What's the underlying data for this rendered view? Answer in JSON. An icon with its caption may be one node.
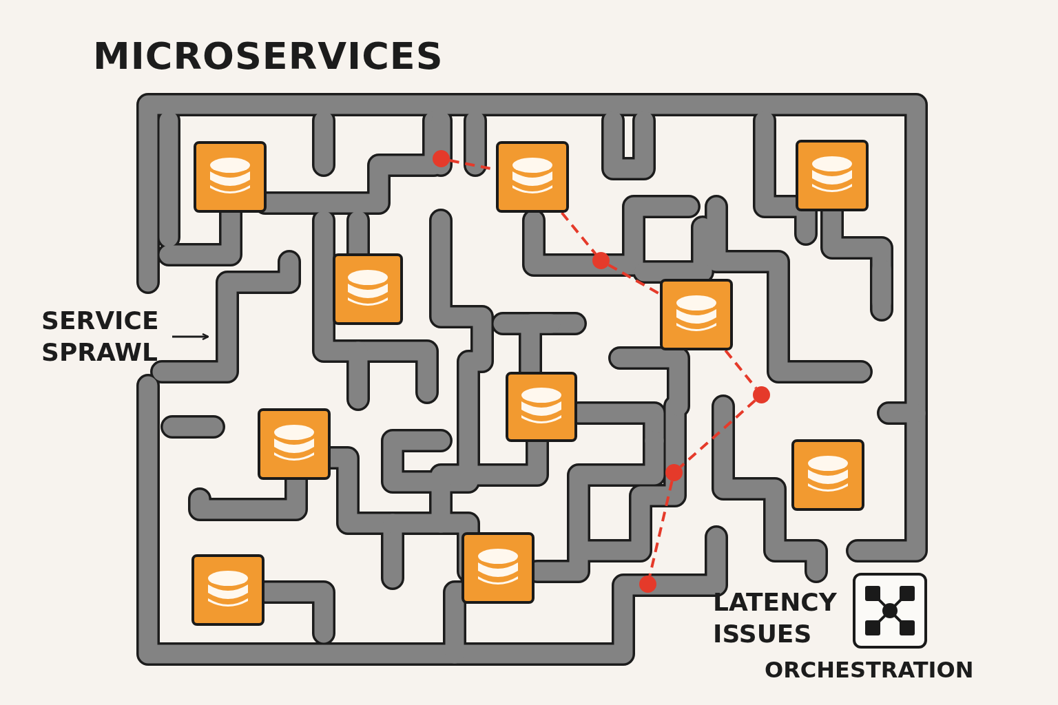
{
  "diagram": {
    "title": "MICROSERVICES",
    "nodes": [
      {
        "text": [
          "SERVICE SPRAWL"
        ]
      },
      {
        "text": [],
        "shape": "box"
      },
      {
        "text": [],
        "shape": "box"
      },
      {
        "text": [],
        "shape": "box"
      },
      {
        "text": [],
        "shape": "box"
      },
      {
        "text": [],
        "shape": "box"
      },
      {
        "text": [],
        "shape": "box"
      },
      {
        "text": [],
        "shape": "box"
      },
      {
        "text": [],
        "shape": "box"
      },
      {
        "text": [],
        "shape": "box"
      },
      {
        "text": [],
        "shape": "box"
      },
      {
        "text": [],
        "shape": "circle"
      },
      {
        "text": [],
        "shape": "circle"
      },
      {
        "text": [],
        "shape": "circle"
      },
      {
        "text": [],
        "shape": "circle"
      },
      {
        "text": [],
        "shape": "circle"
      },
      {
        "text": [
          "ORCHESTRATION"
        ]
      }
    ],
    "edges": [
      {
        "from": 0,
        "to": null,
        "arrow": "to",
        "color": "#1c1c1c"
      },
      {
        "from": 11,
        "to": 2,
        "arrow": "none",
        "style": "dashed",
        "color": "#e53a2a"
      },
      {
        "from": 2,
        "to": 12,
        "arrow": "none",
        "style": "dashed",
        "color": "#e53a2a"
      },
      {
        "from": 12,
        "to": 5,
        "arrow": "none",
        "style": "dashed",
        "color": "#e53a2a"
      },
      {
        "from": 5,
        "to": 13,
        "arrow": "none",
        "style": "dashed",
        "color": "#e53a2a"
      },
      {
        "from": 13,
        "to": 14,
        "arrow": "none",
        "style": "dashed",
        "color": "#e53a2a"
      },
      {
        "from": 14,
        "to": 15,
        "arrow": "none",
        "style": "dashed",
        "color": "#e53a2a"
      }
    ],
    "labels": [
      "LATENCY ISSUES"
    ]
  }
}
